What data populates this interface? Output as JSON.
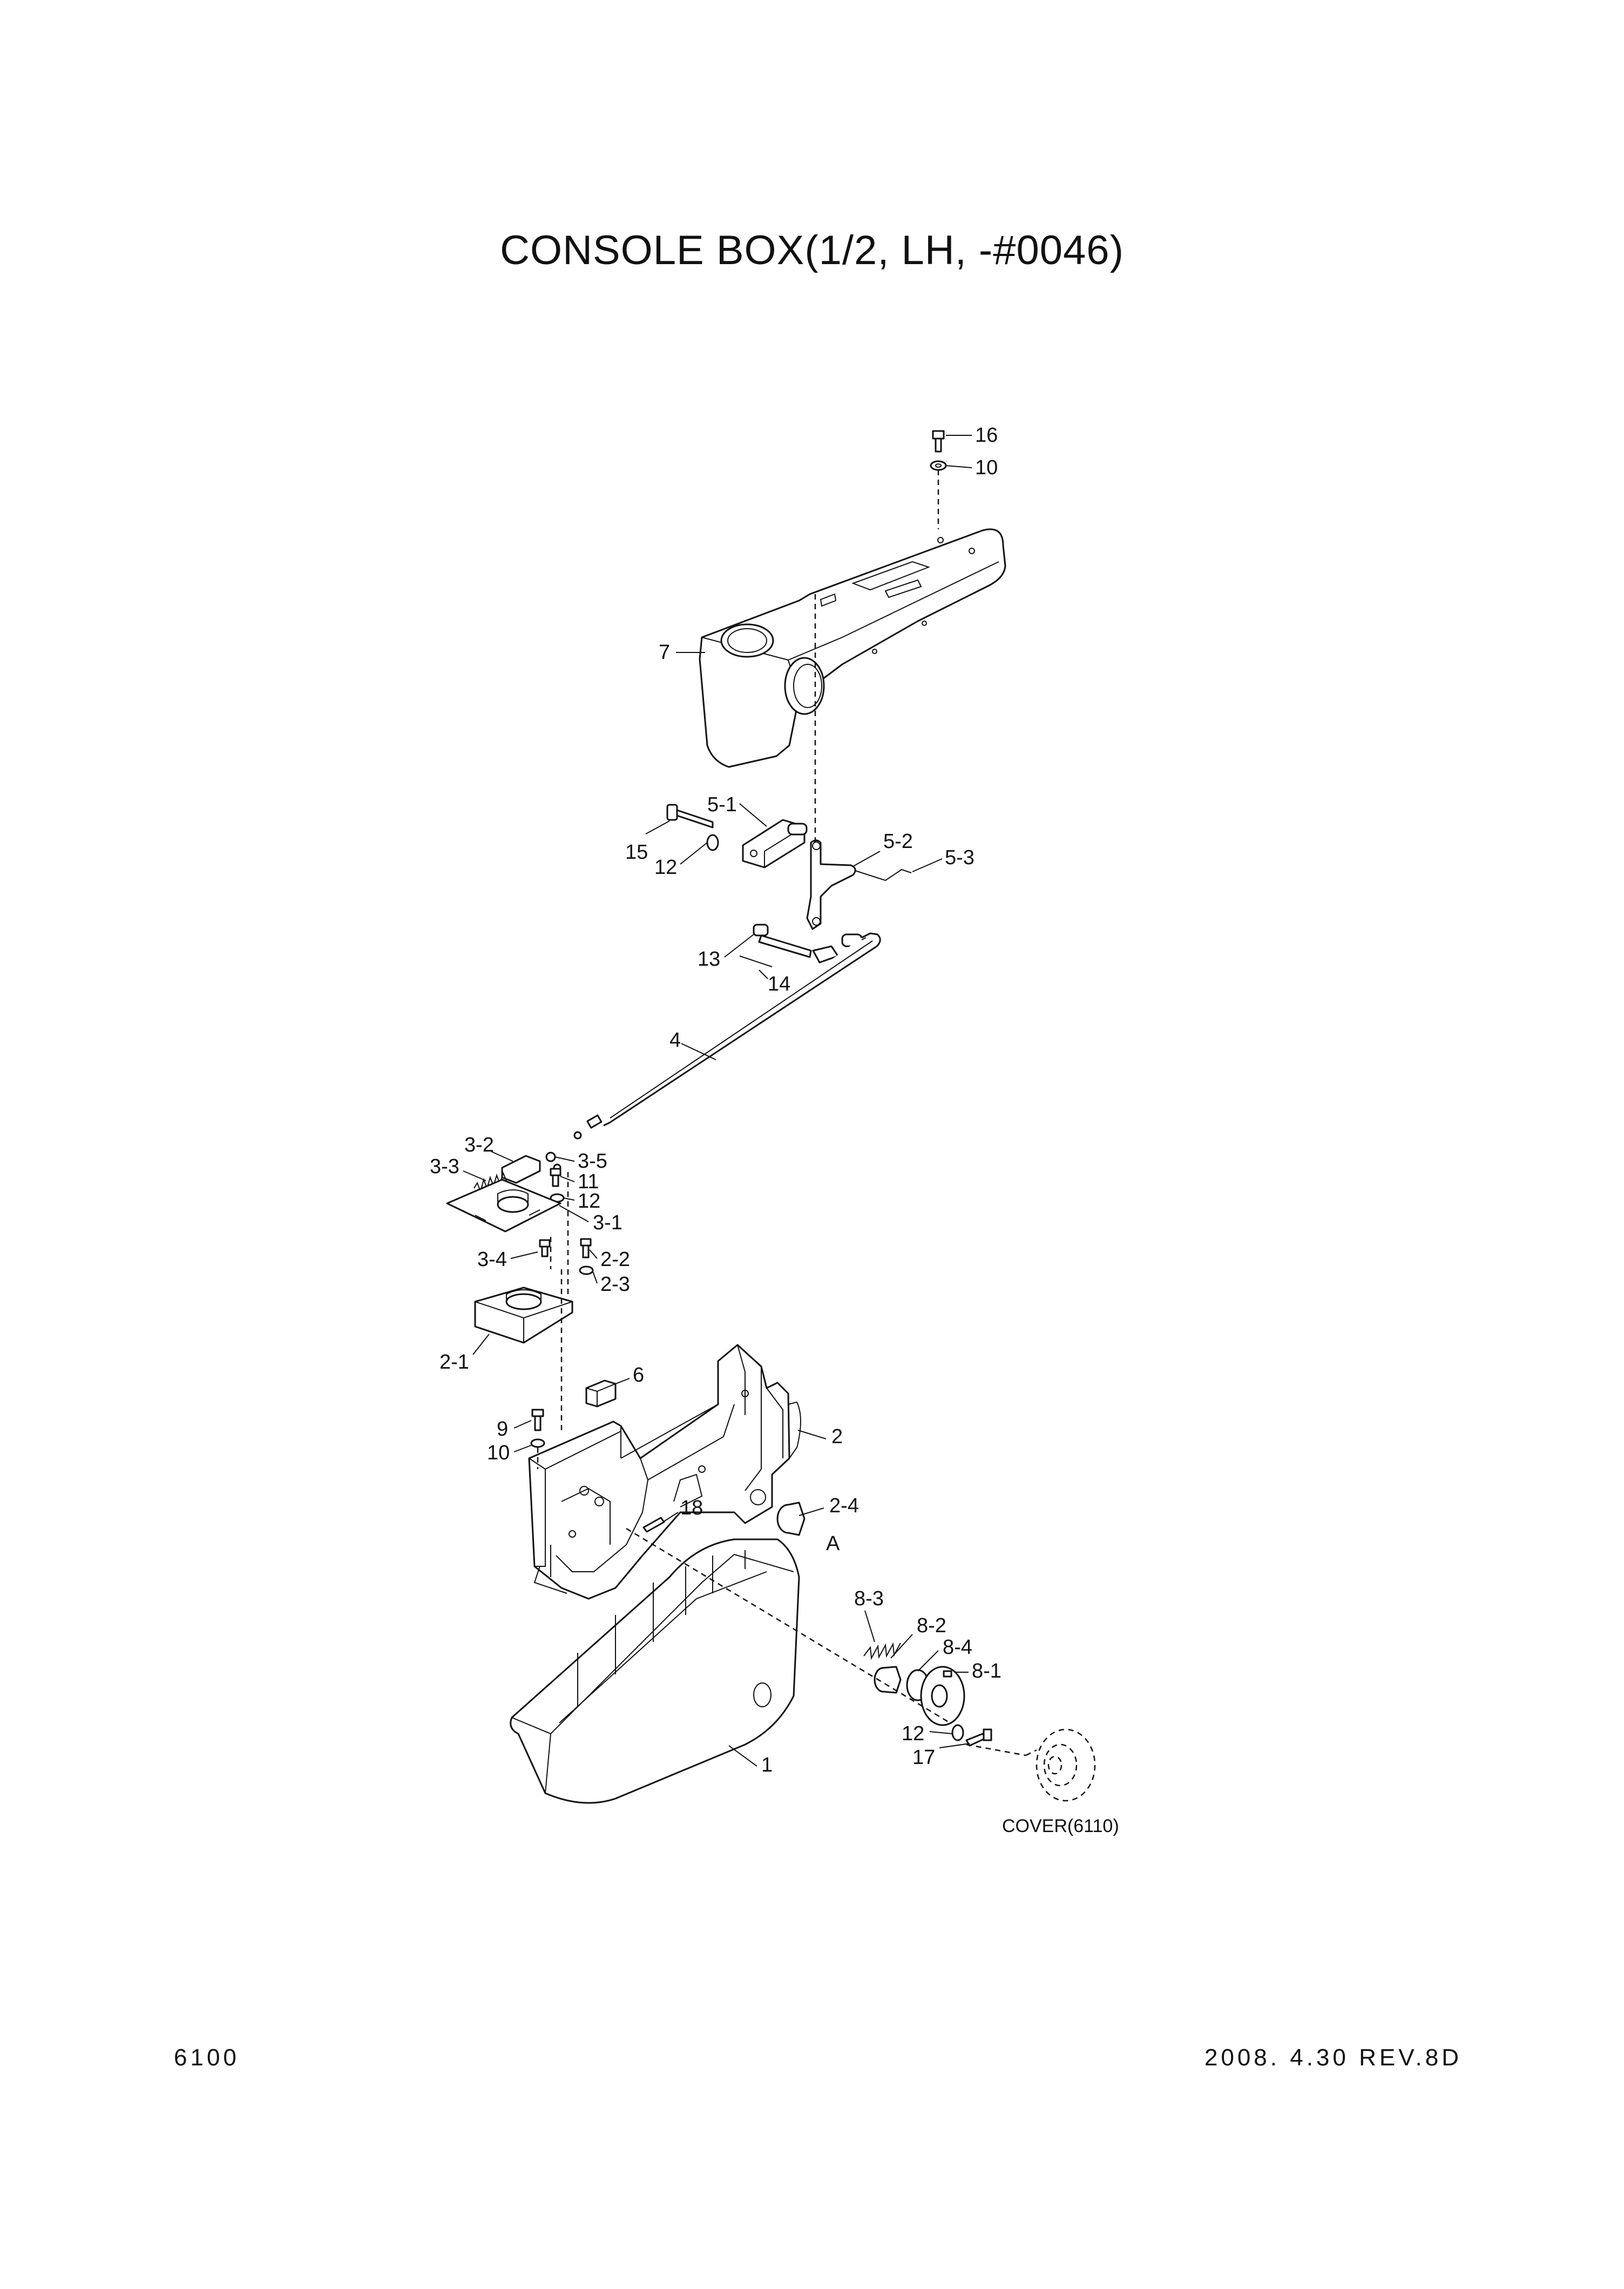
{
  "title": "CONSOLE BOX(1/2, LH, -#0046)",
  "footer": {
    "page_code": "6100",
    "revision": "2008. 4.30  REV.8D"
  },
  "callouts": [
    "16",
    "10",
    "7",
    "5-1",
    "15",
    "12",
    "5-2",
    "5-3",
    "13",
    "14",
    "4",
    "3-2",
    "3-3",
    "3-5",
    "11",
    "12",
    "3-1",
    "3-4",
    "2-2",
    "2-3",
    "2-1",
    "6",
    "2",
    "9",
    "10",
    "18",
    "2-4",
    "A",
    "8-3",
    "8-2",
    "8-4",
    "8-1",
    "12",
    "17",
    "1"
  ],
  "reference_label": "COVER(6110)"
}
